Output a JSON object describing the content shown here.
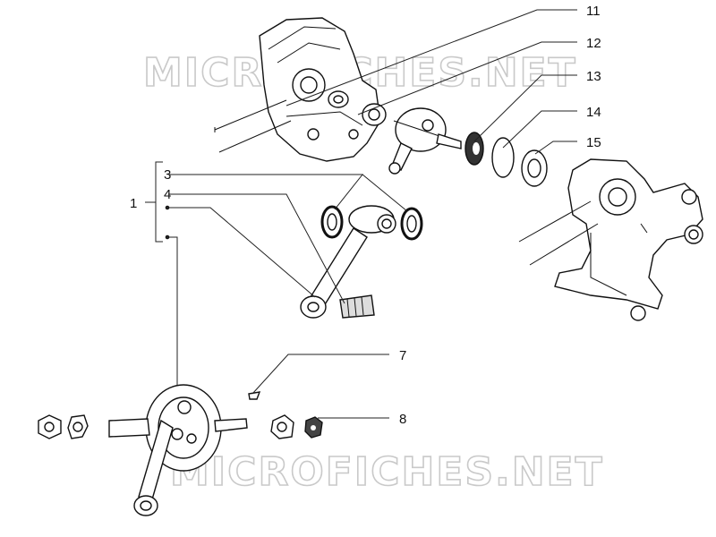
{
  "watermark": "MICROFICHES.NET",
  "callouts": {
    "n11": "11",
    "n12": "12",
    "n13": "13",
    "n14": "14",
    "n15": "15",
    "n1": "1",
    "n3": "3",
    "n4": "4",
    "n7": "7",
    "n8": "8"
  }
}
